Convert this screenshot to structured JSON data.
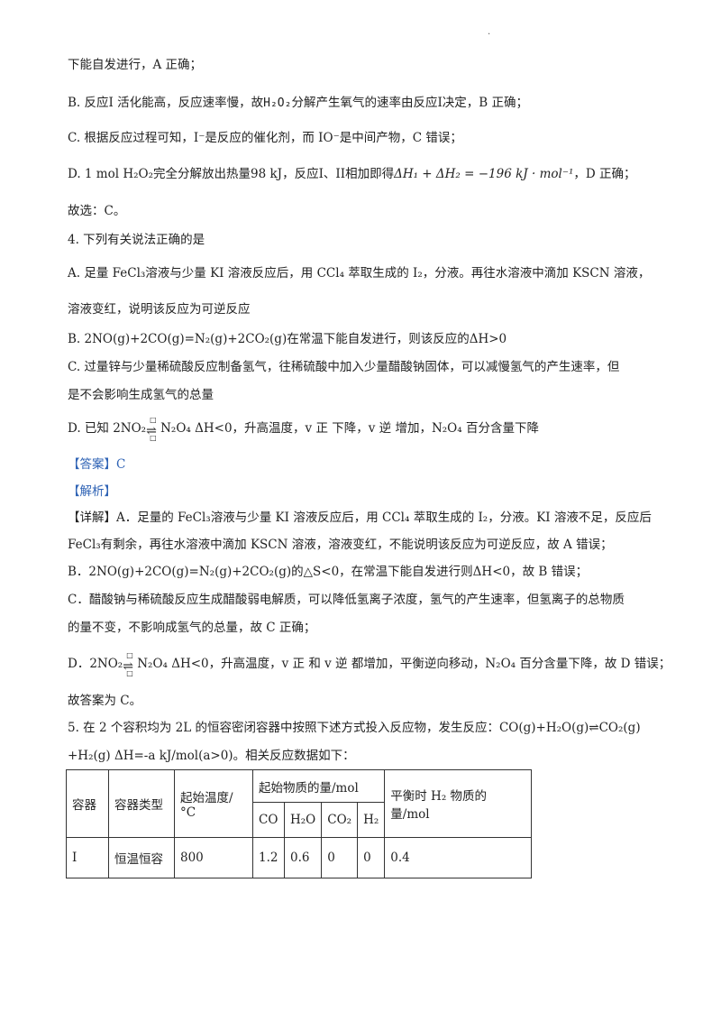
{
  "page_dot": ".",
  "lines": {
    "l1": "下能自发进行，A 正确；",
    "l2a": "B.  反应I   活化能高，反应速率慢，故",
    "l2_h2o2": "H₂O₂",
    "l2b": "分解产生氧气的速率由反应I决定，B 正确；",
    "l3": "C.  根据反应过程可知，I⁻是反应的催化剂，而 IO⁻是中间产物，C 错误；",
    "l4a": "D.  1 mol H₂O₂完全分解放出热量98 kJ，反应I、II相加即得",
    "l4b": "ΔH₁ + ΔH₂ = −196 kJ · mol⁻¹",
    "l4c": "，D 正确；",
    "l5": "故选：C。",
    "q4": "4.  下列有关说法正确的是",
    "q4a1": "A.   足量  FeCl₃溶液与少量 KI 溶液反应后，用 CCl₄ 萃取生成的 I₂，分液。再往水溶液中滴加 KSCN 溶液，",
    "q4a2": "溶液变红，说明该反应为可逆反应",
    "q4b": "B.   2NO(g)+2CO(g)=N₂(g)+2CO₂(g)在常温下能自发进行，则该反应的ΔH>0",
    "q4c1": "C.   过量锌与少量稀硫酸反应制备氢气，往稀硫酸中加入少量醋酸钠固体，可以减慢氢气的产生速率，但",
    "q4c2": "是不会影响生成氢气的总量",
    "q4d_pre": "D.   已知 2NO₂",
    "q4d_post": "N₂O₄     ΔH<0，升高温度，v 正 下降，v 逆 增加，N₂O₄ 百分含量下降",
    "ans": "【答案】C",
    "ana": "【解析】",
    "det1": "【详解】A．足量的 FeCl₃溶液与少量 KI 溶液反应后，用 CCl₄ 萃取生成的 I₂，分液。KI 溶液不足，反应后",
    "det2": "FeCl₃有剩余，再往水溶液中滴加 KSCN 溶液，溶液变红，不能说明该反应为可逆反应，故 A 错误；",
    "det3": "B．2NO(g)+2CO(g)=N₂(g)+2CO₂(g)的△S<0，在常温下能自发进行则ΔH<0，故 B 错误；",
    "det4": "C．醋酸钠与稀硫酸反应生成醋酸弱电解质，可以降低氢离子浓度，氢气的产生速率，但氢离子的总物质",
    "det5": "的量不变，不影响成氢气的总量，故 C 正确；",
    "det6_pre": "D．2NO₂",
    "det6_post": "N₂O₄  ΔH<0，升高温度，v 正 和 v 逆 都增加，平衡逆向移动，N₂O₄ 百分含量下降，故 D 错误；",
    "det7": "故答案为 C。",
    "q5_1": "5.  在 2 个容积均为 2L 的恒容密闭容器中按照下述方式投入反应物，发生反应：CO(g)+H₂O(g)⇌CO₂(g)",
    "q5_2": "+H₂(g)      ΔH=-a kJ/mol(a>0)。相关反应数据如下："
  },
  "eq_symbols": {
    "square": "□",
    "equil": "⇌"
  },
  "table": {
    "h_container": "容器",
    "h_type": "容器类型",
    "h_temp": "起始温度/°C",
    "h_start": "起始物质的量/mol",
    "h_eq": "平衡时 H₂ 物质的量/mol",
    "sub_headers": [
      "CO",
      "H₂O",
      "CO₂",
      "H₂"
    ],
    "row1": {
      "id": "I",
      "type": "恒温恒容",
      "temp": "800",
      "co": "1.2",
      "h2o": "0.6",
      "co2": "0",
      "h2": "0",
      "eq_h2": "0.4"
    }
  }
}
